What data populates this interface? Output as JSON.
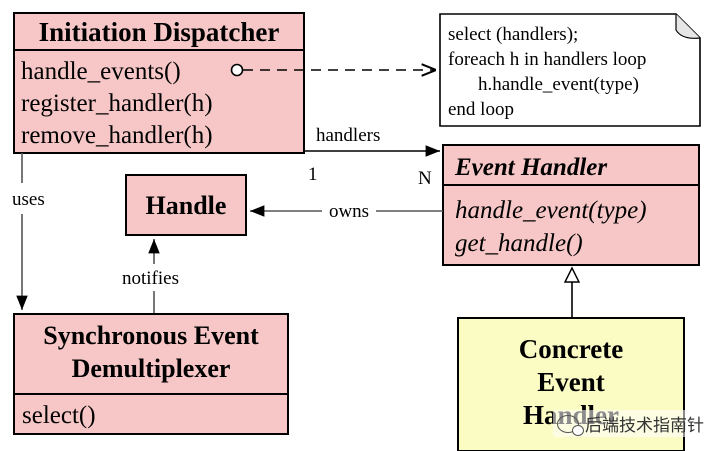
{
  "colors": {
    "box_fill": "#f7c7c7",
    "concrete_fill": "#fbfbc4",
    "stroke": "#000000",
    "link": "#555555"
  },
  "dispatcher": {
    "title": "Initiation Dispatcher",
    "methods": [
      "handle_events()",
      "register_handler(h)",
      "remove_handler(h)"
    ]
  },
  "note": {
    "lines": [
      "select (handlers);",
      "foreach h in handlers loop",
      "h.handle_event(type)",
      "end loop"
    ]
  },
  "handle": {
    "title": "Handle"
  },
  "event_handler": {
    "title": "Event Handler",
    "methods": [
      "handle_event(type)",
      "get_handle()"
    ]
  },
  "demux": {
    "title_line1": "Synchronous Event",
    "title_line2": "Demultiplexer",
    "methods": [
      "select()"
    ]
  },
  "concrete": {
    "line1": "Concrete",
    "line2": "Event",
    "line3": "Handler"
  },
  "labels": {
    "handlers": "handlers",
    "mult_1": "1",
    "mult_n": "N",
    "uses": "uses",
    "owns": "owns",
    "notifies": "notifies"
  },
  "watermark": "后端技术指南针"
}
